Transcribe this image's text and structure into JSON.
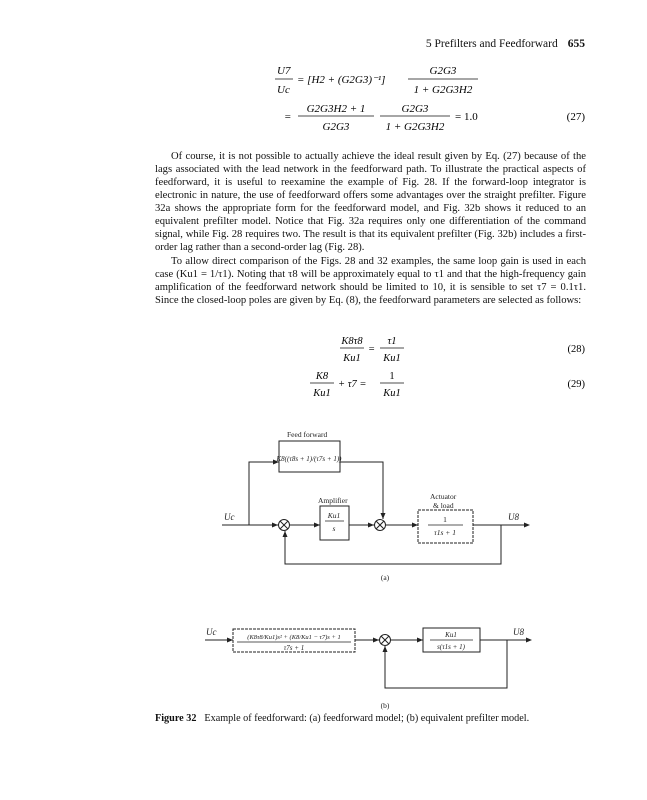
{
  "header": {
    "section": "5   Prefilters and Feedforward",
    "page_number": "655"
  },
  "equations": {
    "eq27a_lhs_num": "U7",
    "eq27a_lhs_den": "Uc",
    "eq27a_mid": "= [H2 + (G2G3)⁻¹]",
    "eq27a_num": "G2G3",
    "eq27a_den": "1 + G2G3H2",
    "eq27b_num1": "G2G3H2 + 1",
    "eq27b_den1": "G2G3",
    "eq27b_num2": "G2G3",
    "eq27b_den2": "1 + G2G3H2",
    "eq27b_rhs": "= 1.0",
    "eq27_label": "(27)",
    "eq28_num1": "K8τ8",
    "eq28_den1": "Ku1",
    "eq28_num2": "τ1",
    "eq28_den2": "Ku1",
    "eq28_label": "(28)",
    "eq29_num1": "K8",
    "eq29_den1": "Ku1",
    "eq29_mid": "+ τ7 =",
    "eq29_num2": "1",
    "eq29_den2": "Ku1",
    "eq29_label": "(29)"
  },
  "paragraphs": [
    "Of course, it is not possible to actually achieve the ideal result given by Eq. (27) because of the lags associated with the lead network in the feedforward path. To illustrate the practical aspects of feedforward, it is useful to reexamine the example of Fig. 28. If the forward-loop integrator is electronic in nature, the use of feedforward offers some advantages over the straight prefilter. Figure 32a shows the appropriate form for the feedforward model, and Fig. 32b shows it reduced to an equivalent prefilter model. Notice that Fig. 32a requires only one differentiation of the command signal, while Fig. 28 requires two. The result is that its equivalent prefilter (Fig. 32b) includes a first-order lag rather than a second-order lag (Fig. 28).",
    "To allow direct comparison of the Figs. 28 and 32 examples, the same loop gain is used in each case (Ku1 = 1/τ1). Noting that τ8 will be approximately equal to τ1 and that the high-frequency gain amplification of the feedforward network should be limited to 10, it is sensible to set τ7 = 0.1τ1. Since the closed-loop poles are given by Eq. (8), the feedforward parameters are selected as follows:"
  ],
  "figure_a": {
    "feedforward_label": "Feed forward",
    "feedforward_tf": "K8((τ8s + 1)/(τ7s + 1))",
    "amplifier_label": "Amplifier",
    "amplifier_num": "Ku1",
    "amplifier_den": "s",
    "actuator_label_1": "Actuator",
    "actuator_label_2": "& load",
    "actuator_num": "1",
    "actuator_den": "τ1s + 1",
    "input": "Uc",
    "output": "U8",
    "sublabel": "(a)"
  },
  "figure_b": {
    "prefilter_num": "(K8τ8/Ku1)s² + (K8/Ku1 − τ7)s + 1",
    "prefilter_den": "τ7s + 1",
    "plant_num": "Ku1",
    "plant_den": "s(τ1s + 1)",
    "input": "Uc",
    "output": "U8",
    "sublabel": "(b)"
  },
  "caption": {
    "label": "Figure 32",
    "text": "Example of feedforward: (a) feedforward model; (b) equivalent prefilter model."
  }
}
